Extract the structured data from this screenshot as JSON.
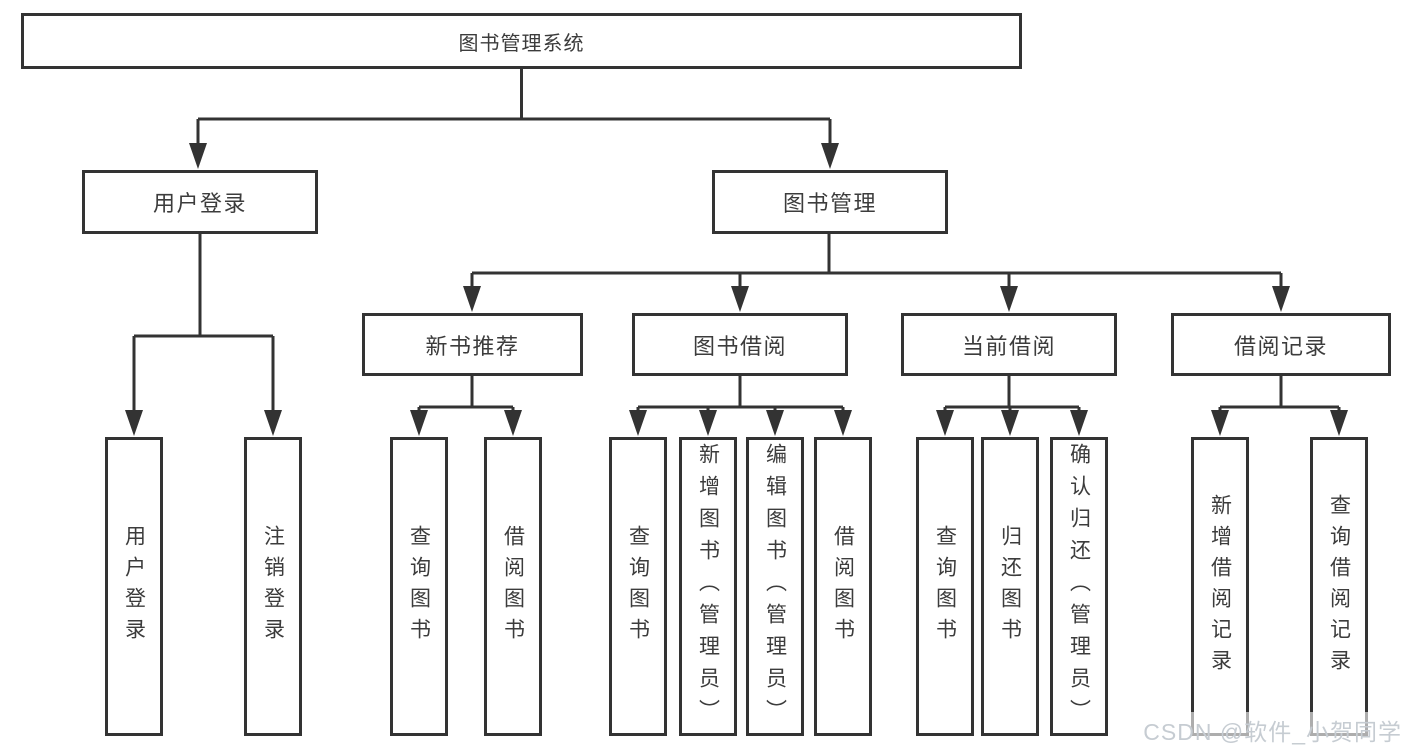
{
  "tree": {
    "root": {
      "label": "图书管理系统"
    },
    "branches": [
      {
        "label": "用户登录",
        "leaves": [
          {
            "label": "用户登录"
          },
          {
            "label": "注销登录"
          }
        ]
      },
      {
        "label": "图书管理",
        "groups": [
          {
            "label": "新书推荐",
            "leaves": [
              {
                "label": "查询图书"
              },
              {
                "label": "借阅图书"
              }
            ]
          },
          {
            "label": "图书借阅",
            "leaves": [
              {
                "label": "查询图书"
              },
              {
                "label": "新增图书（管理员）"
              },
              {
                "label": "编辑图书（管理员）"
              },
              {
                "label": "借阅图书"
              }
            ]
          },
          {
            "label": "当前借阅",
            "leaves": [
              {
                "label": "查询图书"
              },
              {
                "label": "归还图书"
              },
              {
                "label": "确认归还（管理员）"
              }
            ]
          },
          {
            "label": "借阅记录",
            "leaves": [
              {
                "label": "新增借阅记录"
              },
              {
                "label": "查询借阅记录"
              }
            ]
          }
        ]
      }
    ]
  },
  "watermark": {
    "text": "CSDN @软件_小贺同学"
  },
  "colors": {
    "line": "#333333",
    "text": "#3c3c3c",
    "background": "#ffffff",
    "watermark": "#c6ccd2"
  }
}
